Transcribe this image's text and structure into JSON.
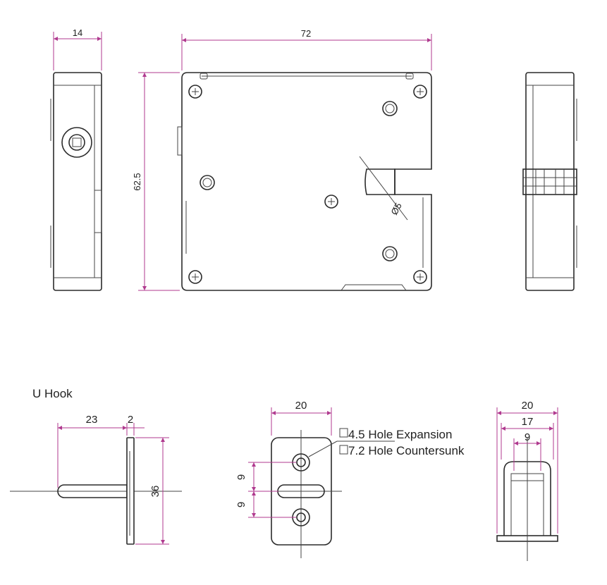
{
  "top_views": {
    "side_width": "14",
    "front_width": "72",
    "front_height": "62.5",
    "bolt_diameter": "Ø5"
  },
  "u_hook": {
    "title": "U Hook",
    "length": "23",
    "thickness": "2",
    "height": "36"
  },
  "plate": {
    "width": "20",
    "spacing_top": "9",
    "spacing_bottom": "9",
    "note_1": "4.5 Hole Expansion",
    "note_2": "7.2 Hole Countersunk"
  },
  "bracket": {
    "outer_width": "20",
    "mid_width": "17",
    "inner_width": "9"
  }
}
